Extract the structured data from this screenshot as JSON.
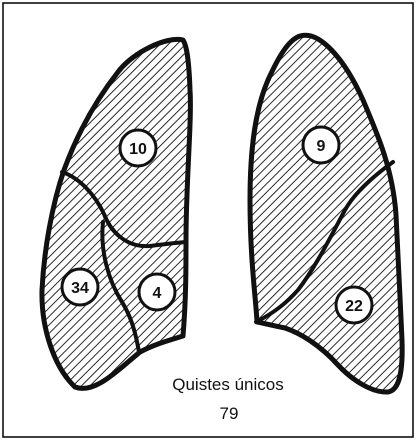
{
  "figure": {
    "counts": {
      "right_upper": "10",
      "right_middle": "4",
      "right_lower": "34",
      "left_upper": "9",
      "left_lower": "22"
    },
    "caption": {
      "line1": "Quistes únicos",
      "line2": "79"
    },
    "colors": {
      "ink": "#111111",
      "paper": "#ffffff"
    }
  }
}
